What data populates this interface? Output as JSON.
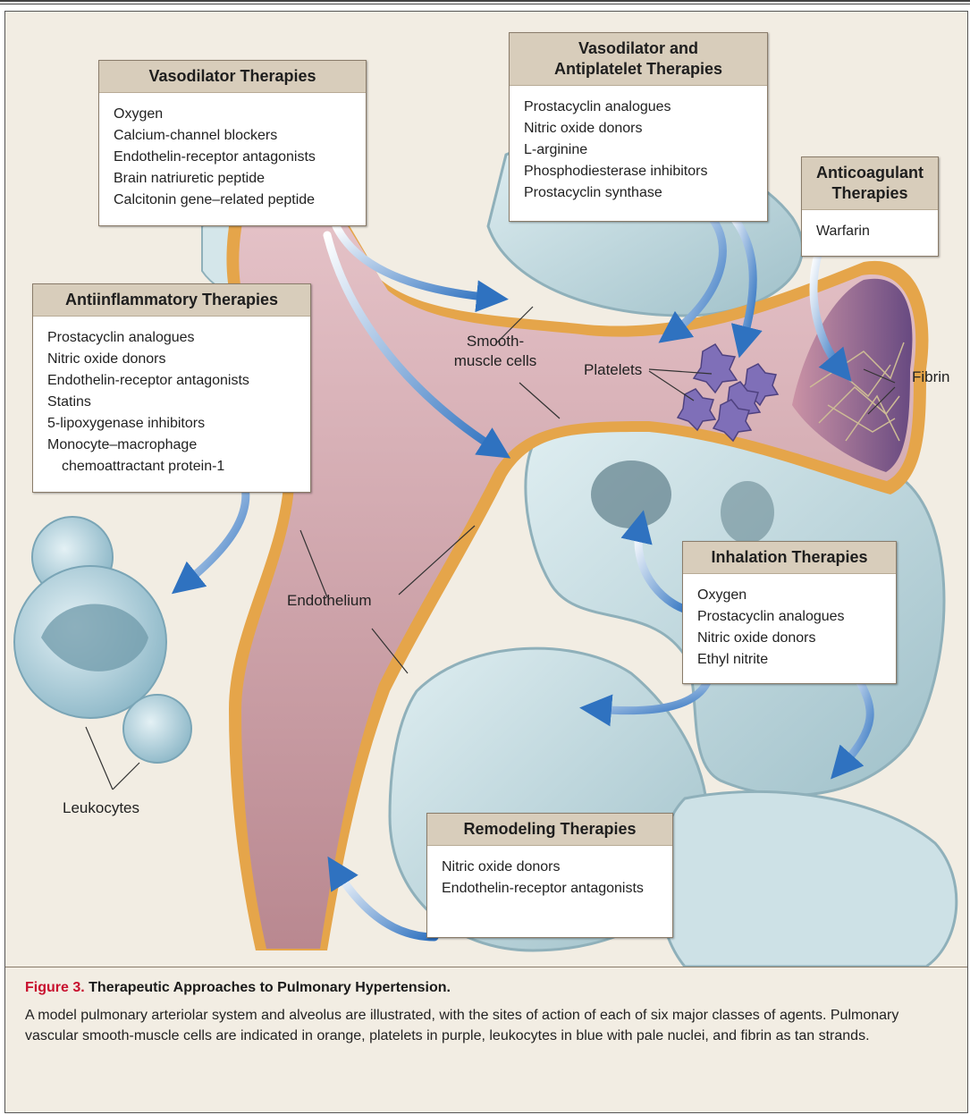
{
  "boxes": {
    "vasodilator": {
      "title": "Vasodilator Therapies",
      "items": [
        "Oxygen",
        "Calcium-channel blockers",
        "Endothelin-receptor antagonists",
        "Brain natriuretic peptide",
        "Calcitonin gene–related peptide"
      ]
    },
    "vasodilator_antiplatelet": {
      "title_line1": "Vasodilator and",
      "title_line2": "Antiplatelet Therapies",
      "items": [
        "Prostacyclin analogues",
        "Nitric oxide donors",
        "L-arginine",
        "Phosphodiesterase inhibitors",
        "Prostacyclin synthase"
      ]
    },
    "anticoagulant": {
      "title_line1": "Anticoagulant",
      "title_line2": "Therapies",
      "items": [
        "Warfarin"
      ]
    },
    "antiinflammatory": {
      "title": "Antiinflammatory Therapies",
      "items": [
        "Prostacyclin analogues",
        "Nitric oxide donors",
        "Endothelin-receptor antagonists",
        "Statins",
        "5-lipoxygenase inhibitors",
        "Monocyte–macrophage",
        "chemoattractant protein-1"
      ]
    },
    "inhalation": {
      "title": "Inhalation Therapies",
      "items": [
        "Oxygen",
        "Prostacyclin analogues",
        "Nitric oxide donors",
        "Ethyl nitrite"
      ]
    },
    "remodeling": {
      "title": "Remodeling Therapies",
      "items": [
        "Nitric oxide donors",
        "Endothelin-receptor antagonists"
      ]
    }
  },
  "labels": {
    "smooth_muscle_1": "Smooth-",
    "smooth_muscle_2": "muscle cells",
    "platelets": "Platelets",
    "fibrin": "Fibrin",
    "endothelium": "Endothelium",
    "leukocytes": "Leukocytes"
  },
  "caption": {
    "figure_number": "Figure 3.",
    "title": "Therapeutic Approaches to Pulmonary Hypertension.",
    "text": "A model pulmonary arteriolar system and alveolus are illustrated, with the sites of action of each of six major classes of agents. Pulmonary vascular smooth-muscle cells are indicated in orange, platelets in purple, leukocytes in blue with pale nuclei, and fibrin as tan strands."
  },
  "colors": {
    "vessel_wall": "#e8b6bd",
    "smooth_muscle": "#e5a54a",
    "platelets": "#7f6fb8",
    "leukocytes": "#a9ccd8",
    "alveolus": "#c6dce1",
    "arrow": "#2f72c0",
    "box_header": "#d8cdbb",
    "figure_number": "#c8102e"
  }
}
